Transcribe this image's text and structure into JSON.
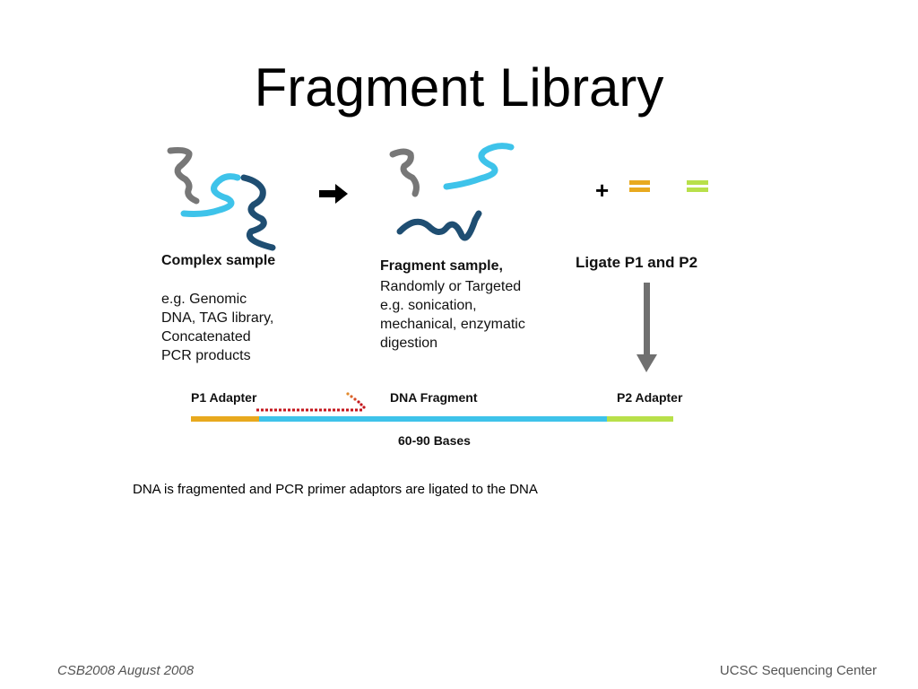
{
  "slide": {
    "title": "Fragment Library",
    "caption": "DNA is fragmented and PCR primer adaptors are ligated to the DNA",
    "footer_left": "CSB2008  August 2008",
    "footer_right": "UCSC Sequencing Center"
  },
  "figure": {
    "complex_heading": "Complex sample",
    "complex_lines": [
      "e.g. Genomic",
      "DNA, TAG library,",
      "Concatenated",
      "PCR products"
    ],
    "fragment_heading": "Fragment sample,",
    "fragment_lines": [
      "Randomly or Targeted",
      "e.g. sonication,",
      "mechanical, enzymatic",
      "digestion"
    ],
    "ligate_heading": "Ligate P1 and P2",
    "plus_sign": "+",
    "p1_label": "P1 Adapter",
    "dna_label": "DNA Fragment",
    "p2_label": "P2 Adapter",
    "bases_label": "60-90 Bases"
  },
  "colors": {
    "dna_light": "#3ec3ea",
    "dna_dark": "#1f4e72",
    "dna_gray": "#777777",
    "p1_adapter": "#e8a91e",
    "p2_adapter": "#b8e04a",
    "primer": "#c4161c",
    "arrow_gray": "#707070"
  }
}
